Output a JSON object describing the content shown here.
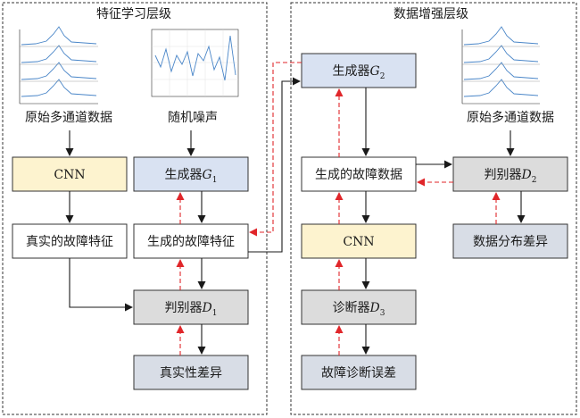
{
  "left_panel": {
    "title": "特征学习层级",
    "input_label": "原始多通道数据",
    "noise_label": "随机噪声",
    "cnn": "CNN",
    "generator": {
      "label": "生成器",
      "var": "G",
      "sub": "1"
    },
    "real_feature": "真实的故障特征",
    "gen_feature": "生成的故障特征",
    "discriminator": {
      "label": "判别器",
      "var": "D",
      "sub": "1"
    },
    "difference": "真实性差异"
  },
  "right_panel": {
    "title": "数据增强层级",
    "generator": {
      "label": "生成器",
      "var": "G",
      "sub": "2"
    },
    "input_label": "原始多通道数据",
    "gen_data": "生成的故障数据",
    "discriminator": {
      "label": "判别器",
      "var": "D",
      "sub": "2"
    },
    "cnn": "CNN",
    "distribution_diff": "数据分布差异",
    "diagnoser": {
      "label": "诊断器",
      "var": "D",
      "sub": "3"
    },
    "diagnosis_error": "故障诊断误差"
  },
  "colors": {
    "yellow": "#fdf3cf",
    "blue": "#d9e2f2",
    "gray": "#dcdcdc",
    "white": "#ffffff",
    "forward_arrow": "#1a1a1a",
    "feedback_arrow": "#e0262a"
  }
}
